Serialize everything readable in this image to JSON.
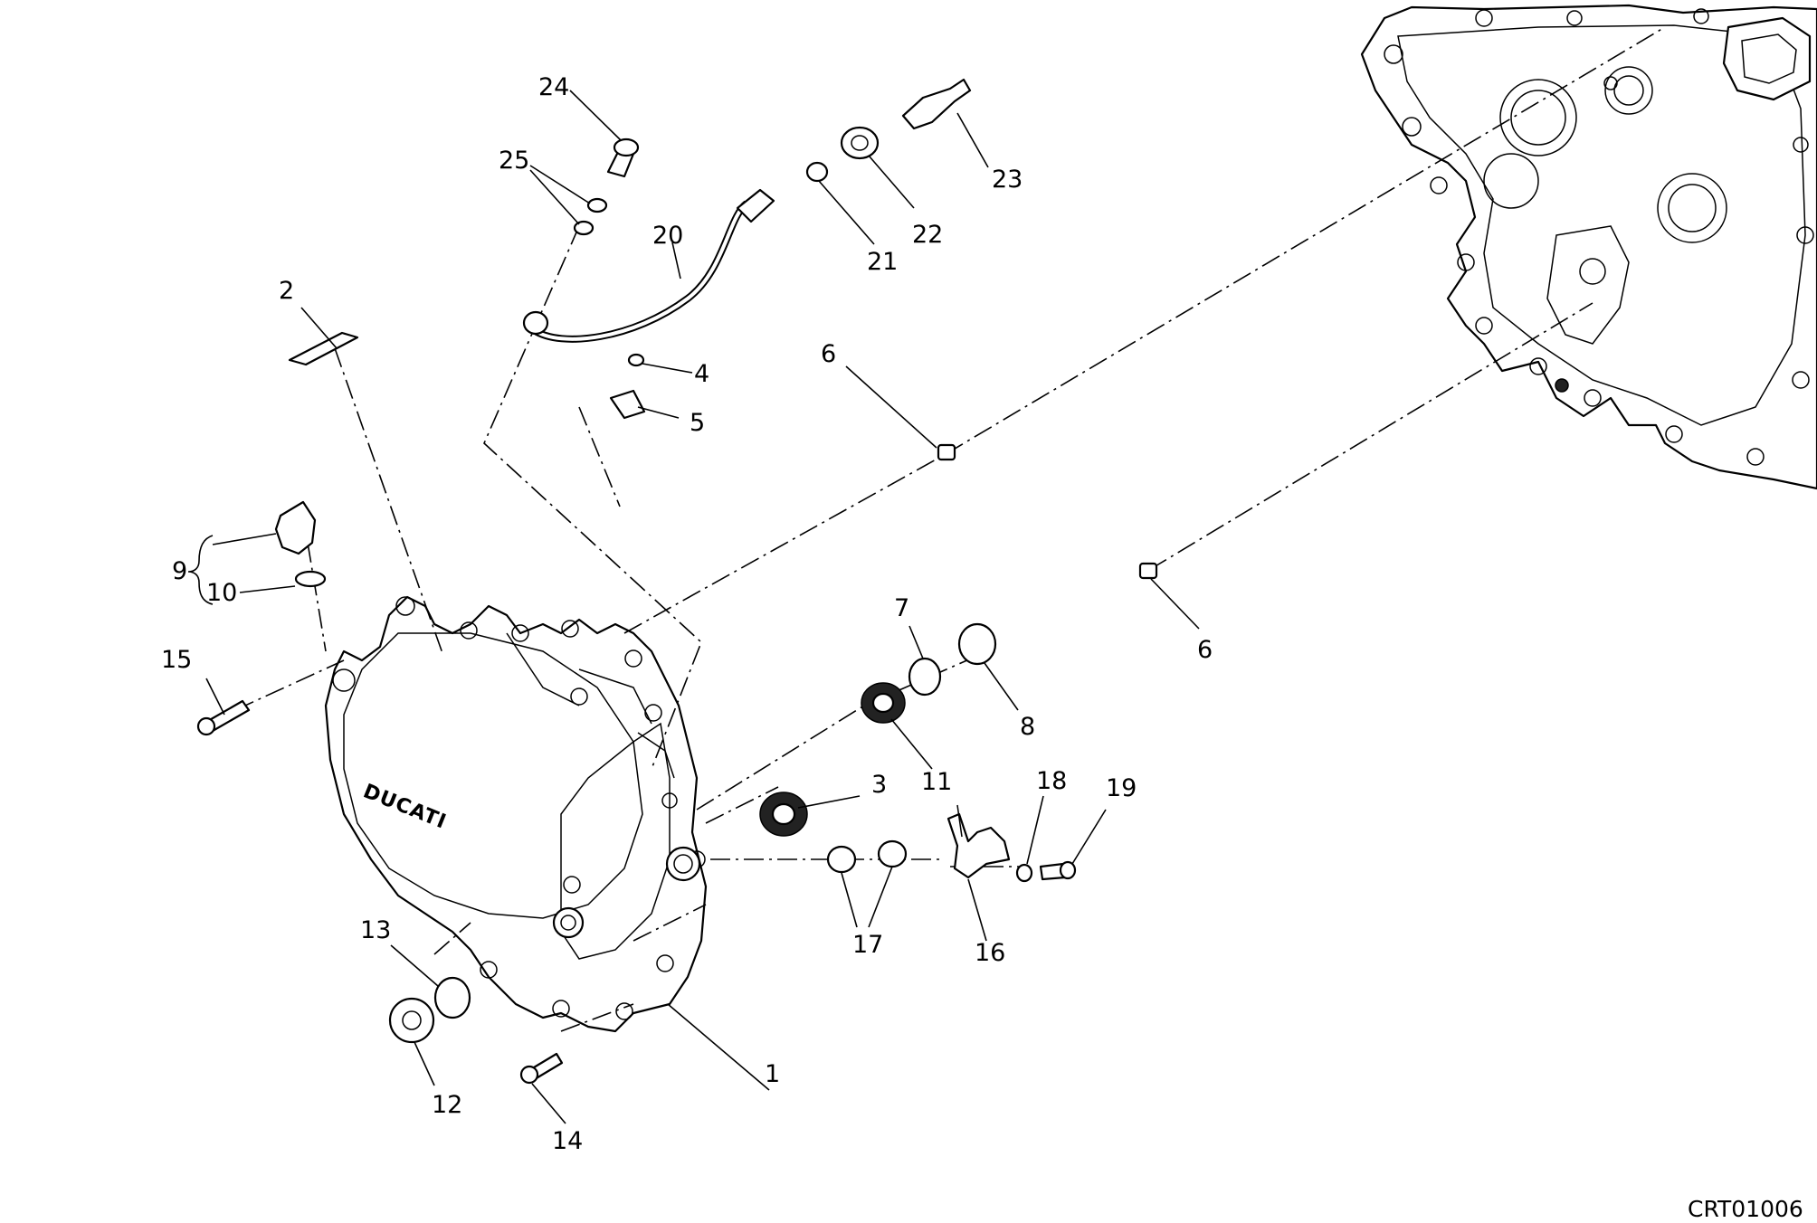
{
  "diagram": {
    "drawing_code": "CRT01006",
    "logo_text": "DUCATI",
    "callouts": [
      "1",
      "2",
      "3",
      "4",
      "5",
      "6",
      "6",
      "7",
      "8",
      "9",
      "10",
      "11",
      "12",
      "13",
      "14",
      "15",
      "16",
      "17",
      "18",
      "19",
      "20",
      "21",
      "22",
      "23",
      "24",
      "25"
    ]
  }
}
